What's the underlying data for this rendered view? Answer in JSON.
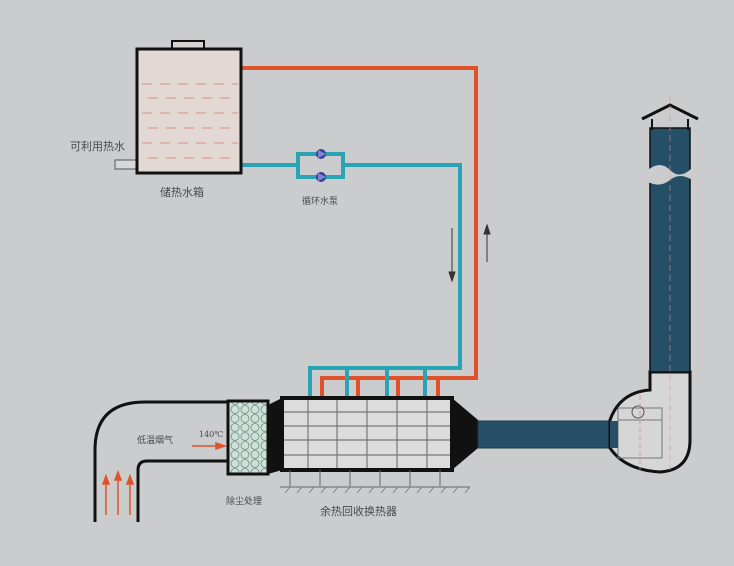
{
  "labels": {
    "usable_hot_water": "可利用热水",
    "storage_tank": "储热水箱",
    "circulation_pump": "循环水泵",
    "low_temp_flue_gas": "低温烟气",
    "inlet_temp": "140℃",
    "dust_removal": "除尘处理",
    "heat_exchanger": "余热回收换热器"
  },
  "colors": {
    "hot_pipe": "#e0532a",
    "cold_pipe": "#2aa3b4",
    "duct": "#254f66",
    "background": "#cbcccd"
  }
}
